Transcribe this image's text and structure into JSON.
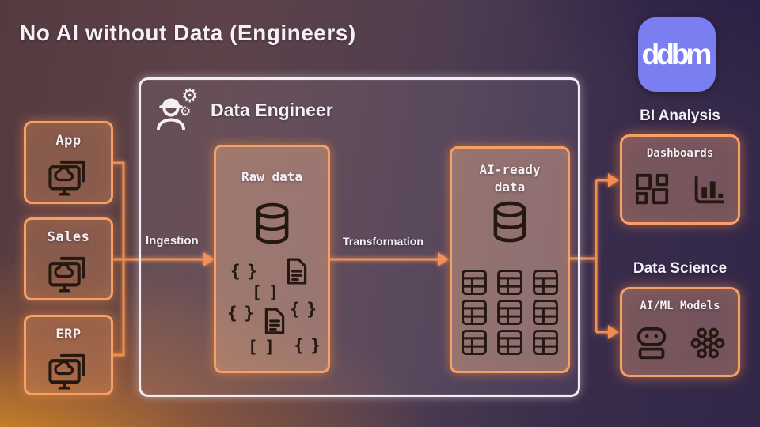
{
  "title": "No AI without Data (Engineers)",
  "logo": {
    "text": "ddbm",
    "bg_color": "#7b7ef0"
  },
  "sources": [
    {
      "label": "App"
    },
    {
      "label": "Sales"
    },
    {
      "label": "ERP"
    }
  ],
  "pipeline": {
    "container_label": "Data Engineer",
    "ingestion_label": "Ingestion",
    "transformation_label": "Transformation",
    "raw_box": {
      "title": "Raw data",
      "symbols": [
        "{ }",
        "[ ]",
        "{ }",
        "{ }",
        "[ ]",
        "{ }"
      ]
    },
    "ai_ready_box": {
      "title": "AI-ready data"
    }
  },
  "outputs": {
    "bi": {
      "heading": "BI Analysis",
      "box_title": "Dashboards"
    },
    "data_science": {
      "heading": "Data Science",
      "box_title": "AI/ML Models"
    }
  },
  "colors": {
    "accent_orange": "#f48d4e",
    "box_border_orange": "#f7a065",
    "container_border_white": "#f2edf5",
    "logo_purple": "#7b7ef0",
    "icon_dark": "#241811"
  }
}
